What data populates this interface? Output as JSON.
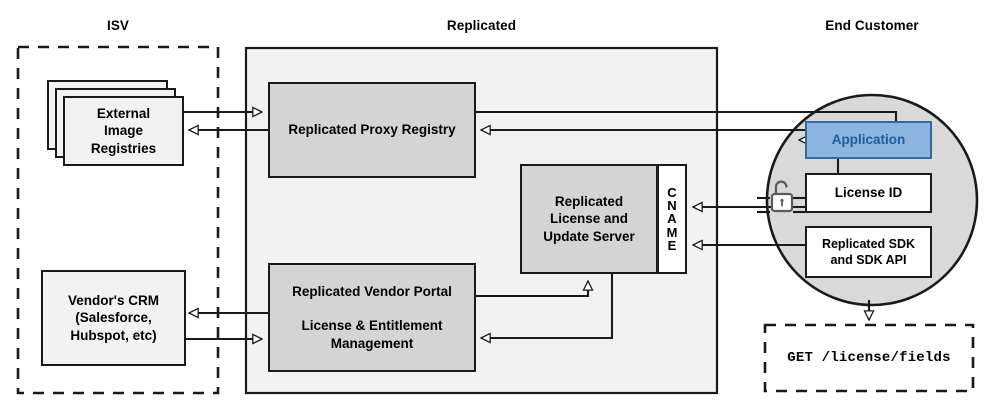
{
  "diagram": {
    "title_hidden": "Replicated platform architecture",
    "colors": {
      "zone_fill": "#f2f2f2",
      "node_fill": "#d4d4d4",
      "light_fill": "#f2f2f2",
      "white_fill": "#ffffff",
      "app_fill": "#8cb6e0",
      "app_border": "#2f6ca6",
      "app_text": "#1f5c99",
      "stroke": "#1a1a1a",
      "lock_stroke": "#5a5a5a"
    },
    "zones": [
      {
        "id": "isv",
        "label": "ISV",
        "style": "dashed"
      },
      {
        "id": "replicated",
        "label": "Replicated",
        "style": "solid-filled"
      },
      {
        "id": "end_customer",
        "label": "End Customer",
        "style": "circle-filled"
      }
    ],
    "nodes": {
      "external_image_registries": {
        "lines": [
          "External",
          "Image",
          "Registries"
        ],
        "stacked": true,
        "stack_count": 3
      },
      "vendors_crm": {
        "lines": [
          "Vendor's CRM",
          "(Salesforce,",
          "Hubspot, etc)"
        ]
      },
      "proxy_registry": {
        "lines": [
          "Replicated Proxy Registry"
        ]
      },
      "license_update_server": {
        "lines": [
          "Replicated",
          "License and",
          "Update Server"
        ]
      },
      "cname": {
        "label": "CNAME",
        "letters": [
          "C",
          "N",
          "A",
          "M",
          "E"
        ]
      },
      "vendor_portal": {
        "line1": "Replicated Vendor Portal",
        "line2": [
          "License & Entitlement",
          "Management"
        ]
      },
      "application": {
        "label": "Application"
      },
      "license_id": {
        "label": "License ID"
      },
      "replicated_sdk": {
        "lines": [
          "Replicated SDK",
          "and SDK API"
        ]
      },
      "api_call": {
        "label": "GET /license/fields"
      },
      "lock": {
        "name": "unlocked-padlock-icon"
      }
    }
  }
}
